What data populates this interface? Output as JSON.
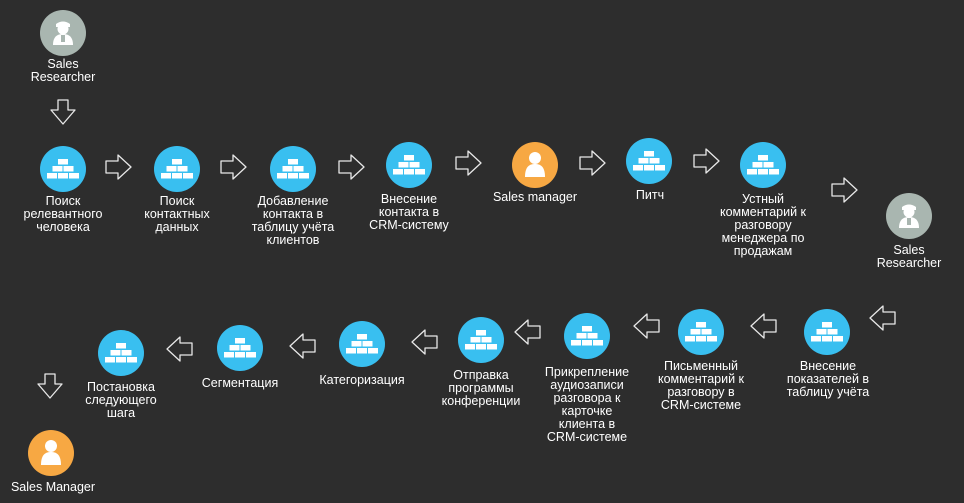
{
  "colors": {
    "background": "#2d2d2d",
    "task": "#39bff0",
    "sales_manager": "#f7a843",
    "sales_researcher": "#a9b6b0",
    "arrow_outline": "#e8e8e8"
  },
  "actors": {
    "researcher_top": "Sales\nResearcher",
    "manager_mid": "Sales manager",
    "researcher_right": "Sales\nResearcher",
    "manager_bottom": "Sales Manager"
  },
  "row1": [
    {
      "id": "search-person",
      "label": "Поиск\nрелевантного\nчеловека",
      "icon": "gold-bars-icon"
    },
    {
      "id": "search-contacts",
      "label": "Поиск\nконтактных\nданных",
      "icon": "gold-bars-icon"
    },
    {
      "id": "add-contact",
      "label": "Добавление\nконтакта в\nтаблицу учёта\nклиентов",
      "icon": "gold-bars-icon"
    },
    {
      "id": "crm-entry",
      "label": "Внесение\nконтакта в\nCRM-систему",
      "icon": "gold-bars-icon"
    },
    {
      "id": "pitch",
      "label": "Питч",
      "icon": "gold-bars-icon"
    },
    {
      "id": "oral-comment",
      "label": "Устный\nкомментарий к\nразговору\nменеджера по\nпродажам",
      "icon": "gold-bars-icon"
    }
  ],
  "row2": [
    {
      "id": "metrics-entry",
      "label": "Внесение\nпоказателей в\nтаблицу учёта",
      "icon": "gold-bars-icon"
    },
    {
      "id": "written-comment",
      "label": "Письменный\nкомментарий к\nразговору в\nCRM-системе",
      "icon": "gold-bars-icon"
    },
    {
      "id": "attach-audio",
      "label": "Прикрепление\nаудиозаписи\nразговора к\nкарточке\nклиента в\nCRM-системе",
      "icon": "gold-bars-icon"
    },
    {
      "id": "send-program",
      "label": "Отправка\nпрограммы\nконференции",
      "icon": "gold-bars-icon"
    },
    {
      "id": "categorization",
      "label": "Категоризация",
      "icon": "gold-bars-icon"
    },
    {
      "id": "segmentation",
      "label": "Сегментация",
      "icon": "gold-bars-icon"
    },
    {
      "id": "next-step",
      "label": "Постановка\nследующего\nшага",
      "icon": "gold-bars-icon"
    }
  ]
}
